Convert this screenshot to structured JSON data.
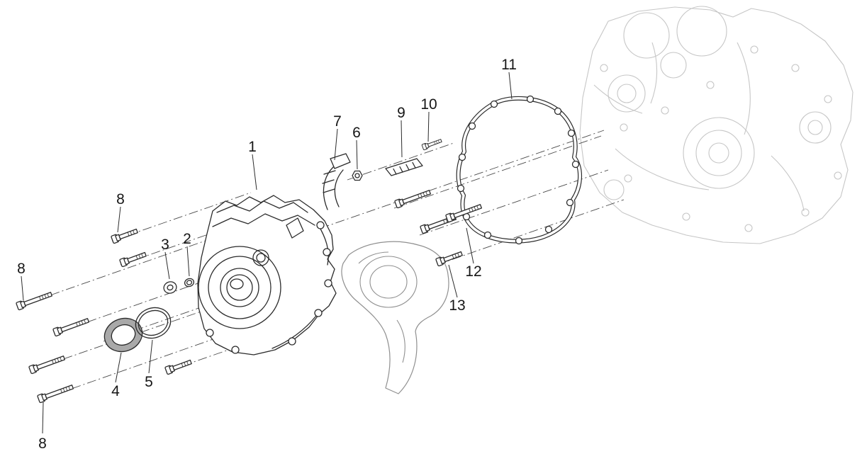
{
  "diagram": {
    "type": "exploded-parts-diagram",
    "subject": "engine side cover assembly",
    "background_color": "#ffffff",
    "line_color": "#2b2b2b",
    "ghost_color": "#c6c6c6",
    "mid_gray_color": "#8f8f8f",
    "callouts": [
      {
        "label": "1"
      },
      {
        "label": "2"
      },
      {
        "label": "3"
      },
      {
        "label": "4"
      },
      {
        "label": "5"
      },
      {
        "label": "6"
      },
      {
        "label": "7"
      },
      {
        "label": "8"
      },
      {
        "label": "8"
      },
      {
        "label": "8"
      },
      {
        "label": "9"
      },
      {
        "label": "10"
      },
      {
        "label": "11"
      },
      {
        "label": "12"
      },
      {
        "label": "13"
      }
    ]
  }
}
